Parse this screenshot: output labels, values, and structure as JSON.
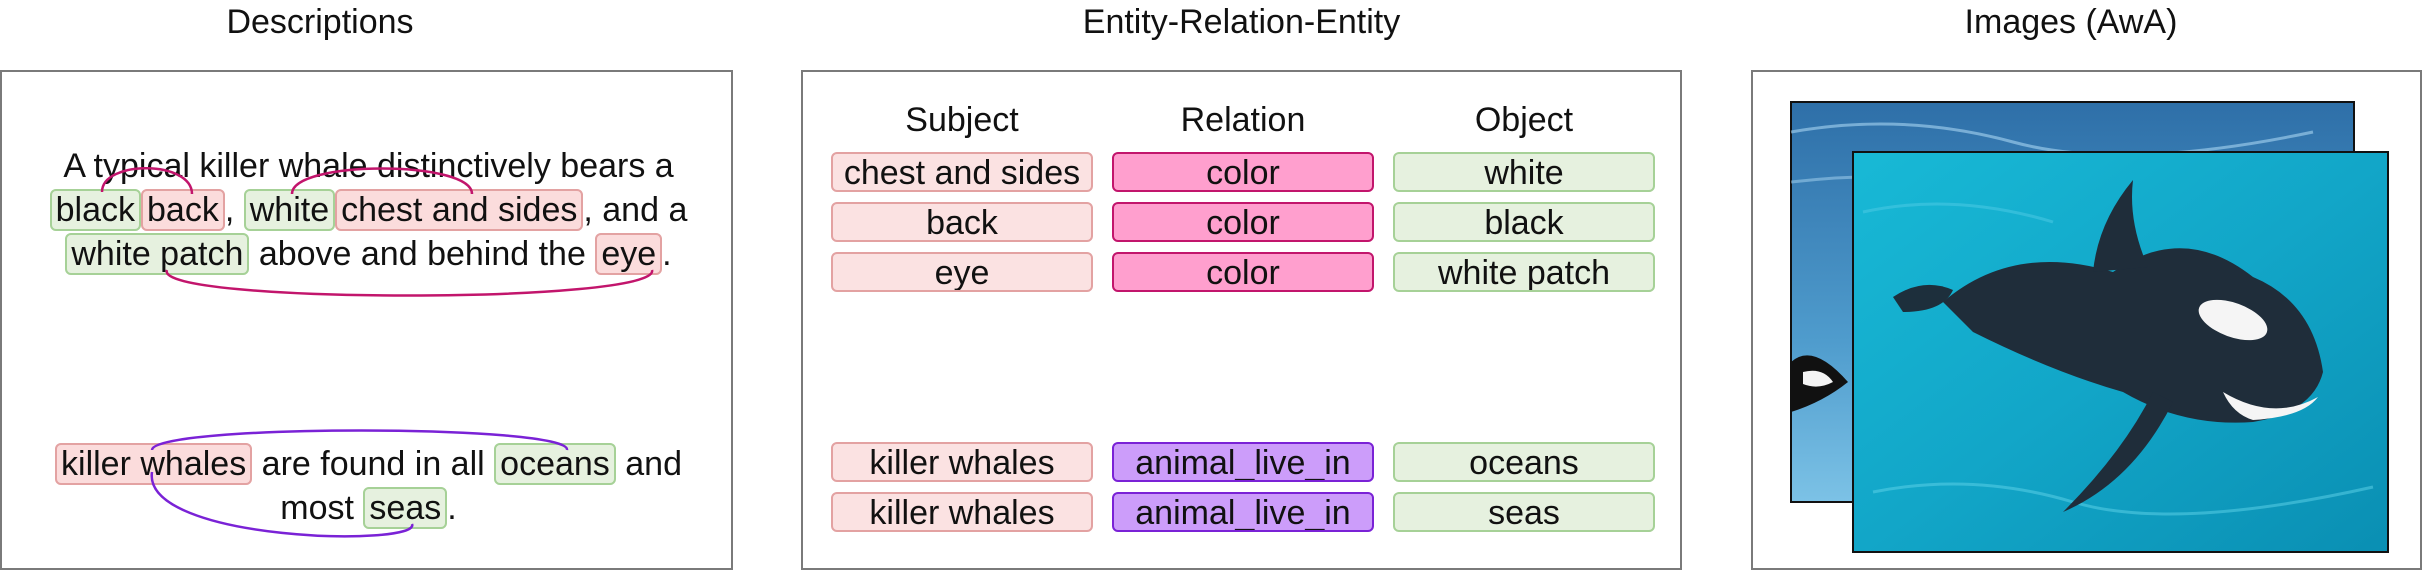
{
  "titles": {
    "descriptions": "Descriptions",
    "ere": "Entity-Relation-Entity",
    "images": "Images (AwA)"
  },
  "desc1": {
    "t1": "A typical killer whale distinctively bears a",
    "black": "black",
    "back": "back",
    "comma1": ",",
    "white": "white",
    "chest": "chest and sides",
    "t2": ", and a",
    "white_patch": "white patch",
    "t3": "above and behind the",
    "eye": "eye",
    "period": "."
  },
  "desc2": {
    "killer_whales": "killer whales",
    "t1": "are found in all",
    "oceans": "oceans",
    "t2": "and",
    "t3": "most",
    "seas": "seas",
    "period": "."
  },
  "table": {
    "headers": {
      "subject": "Subject",
      "relation": "Relation",
      "object": "Object"
    },
    "rows": [
      {
        "subject": "chest and sides",
        "relation": "color",
        "object": "white"
      },
      {
        "subject": "back",
        "relation": "color",
        "object": "black"
      },
      {
        "subject": "eye",
        "relation": "color",
        "object": "white patch"
      },
      {
        "subject": "killer whales",
        "relation": "animal_live_in",
        "object": "oceans"
      },
      {
        "subject": "killer whales",
        "relation": "animal_live_in",
        "object": "seas"
      }
    ]
  },
  "colors": {
    "relation_color": "#c2156c",
    "relation_live_in": "#7a22d6",
    "subject_fill": "#fbdcdc",
    "object_fill": "#e6f1df"
  }
}
